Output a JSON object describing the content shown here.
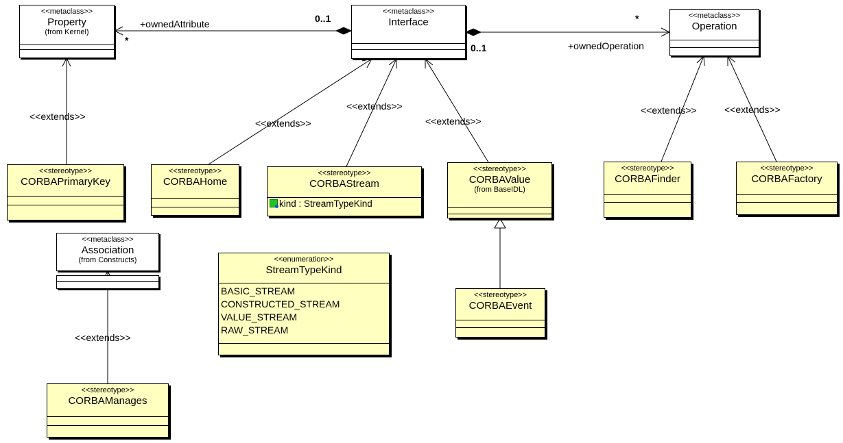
{
  "classes": {
    "property": {
      "stereotype": "<<metaclass>>",
      "name": "Property",
      "from": "(from Kernel)"
    },
    "interface": {
      "stereotype": "<<metaclass>>",
      "name": "Interface"
    },
    "operation": {
      "stereotype": "<<metaclass>>",
      "name": "Operation"
    },
    "association": {
      "stereotype": "<<metaclass>>",
      "name": "Association",
      "from": "(from Constructs)"
    },
    "primary_key": {
      "stereotype": "<<stereotype>>",
      "name": "CORBAPrimaryKey"
    },
    "home": {
      "stereotype": "<<stereotype>>",
      "name": "CORBAHome"
    },
    "stream": {
      "stereotype": "<<stereotype>>",
      "name": "CORBAStream",
      "attribute": "kind : StreamTypeKind"
    },
    "value": {
      "stereotype": "<<stereotype>>",
      "name": "CORBAValue",
      "from": "(from BaseIDL)"
    },
    "finder": {
      "stereotype": "<<stereotype>>",
      "name": "CORBAFinder"
    },
    "factory": {
      "stereotype": "<<stereotype>>",
      "name": "CORBAFactory"
    },
    "event": {
      "stereotype": "<<stereotype>>",
      "name": "CORBAEvent"
    },
    "manages": {
      "stereotype": "<<stereotype>>",
      "name": "CORBAManages"
    },
    "stream_type_kind": {
      "stereotype": "<<enumeration>>",
      "name": "StreamTypeKind",
      "literals": [
        "BASIC_STREAM",
        "CONSTRUCTED_STREAM",
        "VALUE_STREAM",
        "RAW_STREAM"
      ]
    }
  },
  "labels": {
    "owned_attribute": "+ownedAttribute",
    "owned_attribute_mult_property": "*",
    "owned_attribute_mult_interface": "0..1",
    "owned_operation": "+ownedOperation",
    "owned_operation_mult_operation": "*",
    "owned_operation_mult_interface": "0..1",
    "extends": "<<extends>>"
  },
  "icons": {
    "attribute": "public-attribute-icon"
  },
  "colors": {
    "stereotype_fill": "#ffffc0",
    "metaclass_fill": "#ffffff",
    "line": "#000000"
  }
}
